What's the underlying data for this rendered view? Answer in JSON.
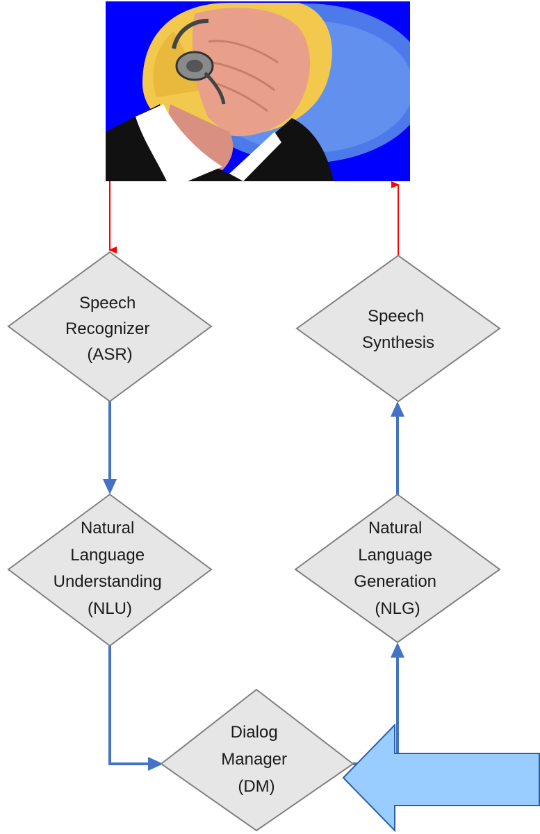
{
  "diagram": {
    "title": "",
    "nodes": [
      {
        "id": "asr",
        "lines": [
          "Speech",
          "Recognizer",
          "(ASR)"
        ]
      },
      {
        "id": "nlu",
        "lines": [
          "Natural",
          "Language",
          "Understanding",
          "(NLU)"
        ]
      },
      {
        "id": "dm",
        "lines": [
          "Dialog",
          "Manager",
          "(DM)"
        ]
      },
      {
        "id": "nlg",
        "lines": [
          "Natural",
          "Language",
          "Generation",
          "(NLG)"
        ]
      },
      {
        "id": "tts",
        "lines": [
          "Speech",
          "Synthesis"
        ]
      }
    ],
    "edges": [
      {
        "from": "user-image",
        "to": "asr",
        "color": "#ff0000"
      },
      {
        "from": "asr",
        "to": "nlu",
        "color": "#4472c4"
      },
      {
        "from": "nlu",
        "to": "dm",
        "color": "#4472c4"
      },
      {
        "from": "dm",
        "to": "nlg",
        "color": "#4472c4"
      },
      {
        "from": "nlg",
        "to": "tts",
        "color": "#4472c4"
      },
      {
        "from": "tts",
        "to": "user-image",
        "color": "#ff0000"
      }
    ],
    "colors": {
      "node_fill": "#e6e6e6",
      "node_stroke": "#808080",
      "flow_arrow": "#4472c4",
      "audio_arrow": "#ff0000",
      "highlight_arrow_fill": "#99ccff",
      "highlight_arrow_stroke": "#2a5fa8",
      "image_background": "#0000ff"
    },
    "highlight_arrow": {
      "points_to": "dm"
    },
    "image": {
      "depicts": "person-with-headset-icon"
    }
  }
}
